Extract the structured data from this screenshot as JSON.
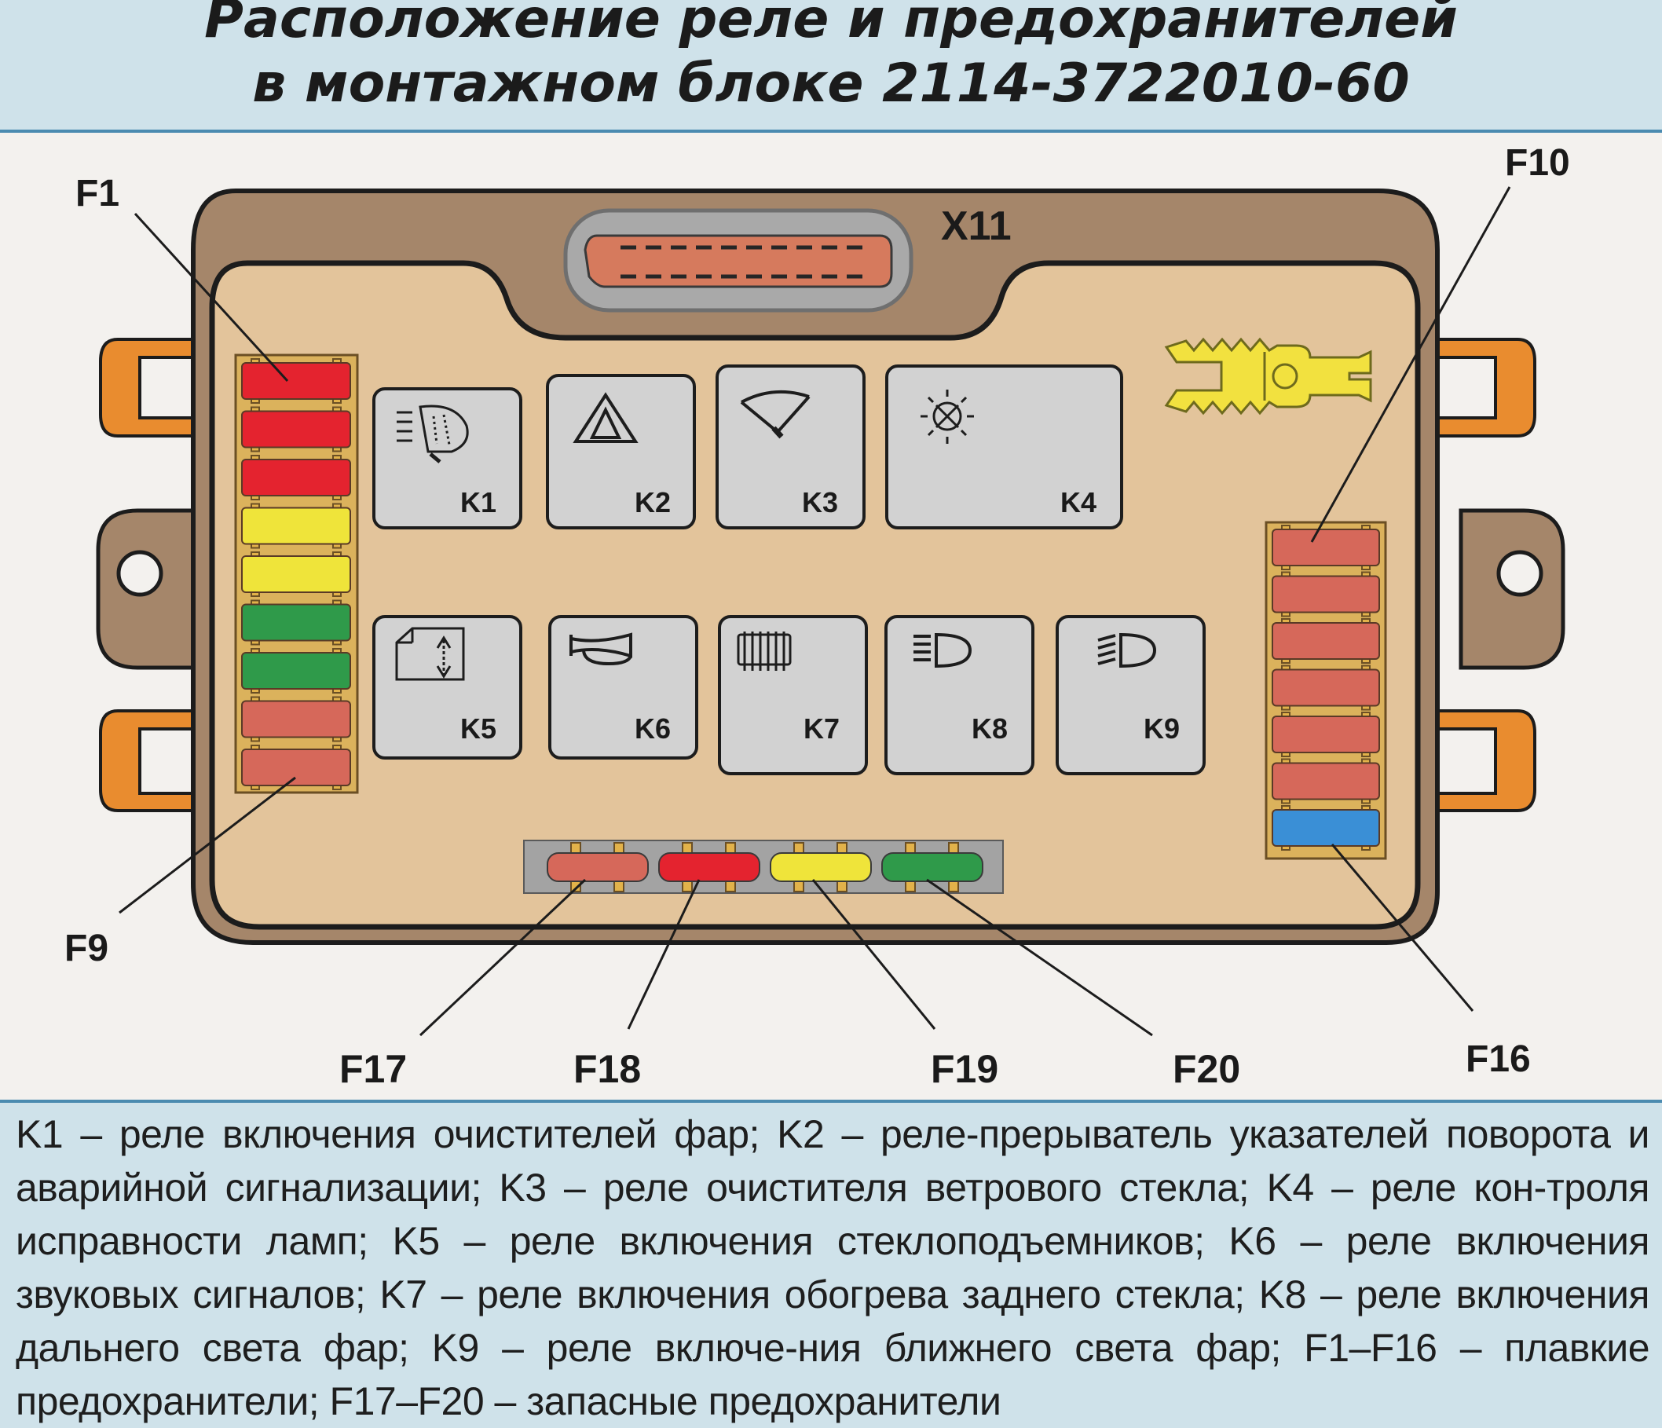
{
  "title": {
    "line1": "Расположение реле и предохранителей",
    "line2": "в монтажном блоке 2114-3722010-60"
  },
  "connector_label": "X11",
  "relays": [
    {
      "id": "K1",
      "icon": "headlamp-washer-icon"
    },
    {
      "id": "K2",
      "icon": "hazard-triangle-icon"
    },
    {
      "id": "K3",
      "icon": "wiper-icon"
    },
    {
      "id": "K4",
      "icon": "lamp-check-icon"
    },
    {
      "id": "K5",
      "icon": "window-lift-icon"
    },
    {
      "id": "K6",
      "icon": "horn-icon"
    },
    {
      "id": "K7",
      "icon": "rear-defrost-icon"
    },
    {
      "id": "K8",
      "icon": "high-beam-icon"
    },
    {
      "id": "K9",
      "icon": "low-beam-icon"
    }
  ],
  "fuse_labels": {
    "left_top": "F1",
    "left_bottom": "F9",
    "right_top": "F10",
    "right_bottom": "F16",
    "spare": [
      "F17",
      "F18",
      "F19",
      "F20"
    ]
  },
  "fuse_colors": {
    "left": [
      "#e4232f",
      "#e4232f",
      "#e4232f",
      "#efe43a",
      "#efe43a",
      "#2f9a4a",
      "#2f9a4a",
      "#d6685a",
      "#d6685a"
    ],
    "right": [
      "#d6685a",
      "#d6685a",
      "#d6685a",
      "#d6685a",
      "#d6685a",
      "#d6685a",
      "#3a8fd6"
    ],
    "spare": [
      "#d6685a",
      "#e4232f",
      "#efe43a",
      "#2f9a4a"
    ]
  },
  "caption": "K1 – реле включения очистителей фар; K2 – реле-прерыватель указателей поворота и аварийной сигнализации; K3 – реле очистителя ветрового стекла; K4 – реле кон-троля исправности ламп; K5 – реле включения стеклоподъемников; K6 – реле включения звуковых сигналов; K7 – реле включения обогрева заднего стекла; K8 – реле включения дальнего света фар; K9 – реле включе-ния ближнего света фар; F1–F16 – плавкие предохранители; F17–F20 – запасные предохранители"
}
